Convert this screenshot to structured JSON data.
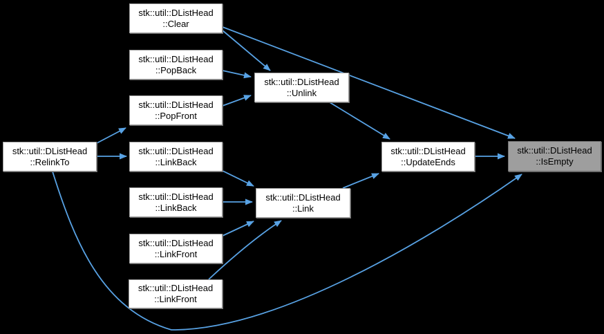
{
  "diagram": {
    "kind": "doxygen-caller-graph",
    "colors": {
      "background": "#000000",
      "edge": "#58a2e4",
      "node_fill": "#ffffff",
      "node_border": "#9b9b9b",
      "highlight_fill": "#9e9e9e",
      "highlight_border": "#6f6f6f",
      "text": "#000000"
    },
    "nodes": [
      {
        "id": "clear",
        "line1": "stk::util::DListHead",
        "line2": "::Clear",
        "highlighted": false
      },
      {
        "id": "popback",
        "line1": "stk::util::DListHead",
        "line2": "::PopBack",
        "highlighted": false
      },
      {
        "id": "popfront",
        "line1": "stk::util::DListHead",
        "line2": "::PopFront",
        "highlighted": false
      },
      {
        "id": "relinkto",
        "line1": "stk::util::DListHead",
        "line2": "::RelinkTo",
        "highlighted": false
      },
      {
        "id": "linkback-1",
        "line1": "stk::util::DListHead",
        "line2": "::LinkBack",
        "highlighted": false
      },
      {
        "id": "linkback-2",
        "line1": "stk::util::DListHead",
        "line2": "::LinkBack",
        "highlighted": false
      },
      {
        "id": "linkfront-1",
        "line1": "stk::util::DListHead",
        "line2": "::LinkFront",
        "highlighted": false
      },
      {
        "id": "linkfront-2",
        "line1": "stk::util::DListHead",
        "line2": "::LinkFront",
        "highlighted": false
      },
      {
        "id": "unlink",
        "line1": "stk::util::DListHead",
        "line2": "::Unlink",
        "highlighted": false
      },
      {
        "id": "link",
        "line1": "stk::util::DListHead",
        "line2": "::Link",
        "highlighted": false
      },
      {
        "id": "updateends",
        "line1": "stk::util::DListHead",
        "line2": "::UpdateEnds",
        "highlighted": false
      },
      {
        "id": "isempty",
        "line1": "stk::util::DListHead",
        "line2": "::IsEmpty",
        "highlighted": true
      }
    ],
    "edges": [
      {
        "from": "clear",
        "to": "unlink"
      },
      {
        "from": "clear",
        "to": "isempty"
      },
      {
        "from": "popback",
        "to": "unlink"
      },
      {
        "from": "popfront",
        "to": "unlink"
      },
      {
        "from": "relinkto",
        "to": "popfront"
      },
      {
        "from": "relinkto",
        "to": "linkback-1"
      },
      {
        "from": "relinkto",
        "to": "isempty"
      },
      {
        "from": "linkback-1",
        "to": "link"
      },
      {
        "from": "linkback-2",
        "to": "link"
      },
      {
        "from": "linkfront-1",
        "to": "link"
      },
      {
        "from": "linkfront-2",
        "to": "link"
      },
      {
        "from": "unlink",
        "to": "updateends"
      },
      {
        "from": "link",
        "to": "updateends"
      },
      {
        "from": "updateends",
        "to": "isempty"
      }
    ]
  }
}
